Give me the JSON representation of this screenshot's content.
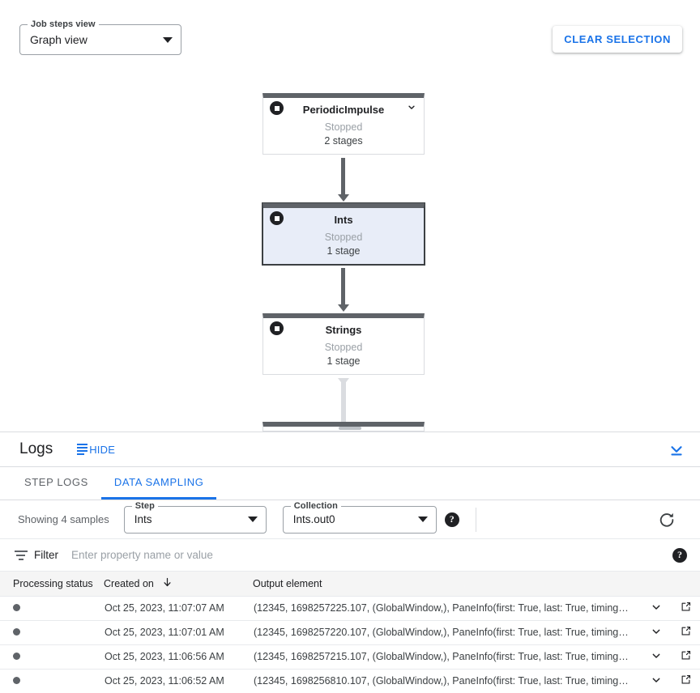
{
  "toolbar": {
    "steps_view_label": "Job steps view",
    "steps_view_value": "Graph view",
    "clear_selection_label": "CLEAR SELECTION"
  },
  "graph": {
    "nodes": [
      {
        "name": "PeriodicImpulse",
        "status": "Stopped",
        "stages": "2 stages",
        "selected": false,
        "has_chevron": true
      },
      {
        "name": "Ints",
        "status": "Stopped",
        "stages": "1 stage",
        "selected": true,
        "has_chevron": false
      },
      {
        "name": "Strings",
        "status": "Stopped",
        "stages": "1 stage",
        "selected": false,
        "has_chevron": false
      }
    ]
  },
  "logs": {
    "title": "Logs",
    "hide_label": "HIDE",
    "tabs": [
      {
        "label": "STEP LOGS",
        "active": false
      },
      {
        "label": "DATA SAMPLING",
        "active": true
      }
    ]
  },
  "sampling": {
    "showing_text": "Showing 4 samples",
    "step_label": "Step",
    "step_value": "Ints",
    "collection_label": "Collection",
    "collection_value": "Ints.out0",
    "help_glyph": "?",
    "refresh_title": "Refresh"
  },
  "filter": {
    "label": "Filter",
    "placeholder": "Enter property name or value",
    "help_glyph": "?"
  },
  "table": {
    "columns": {
      "status": "Processing status",
      "created": "Created on",
      "output": "Output element"
    },
    "sort": {
      "column": "Created on",
      "direction": "desc"
    },
    "rows": [
      {
        "created": "Oct 25, 2023, 11:07:07 AM",
        "output": "(12345, 1698257225.107, (GlobalWindow,), PaneInfo(first: True, last: True, timing…"
      },
      {
        "created": "Oct 25, 2023, 11:07:01 AM",
        "output": "(12345, 1698257220.107, (GlobalWindow,), PaneInfo(first: True, last: True, timing…"
      },
      {
        "created": "Oct 25, 2023, 11:06:56 AM",
        "output": "(12345, 1698257215.107, (GlobalWindow,), PaneInfo(first: True, last: True, timing…"
      },
      {
        "created": "Oct 25, 2023, 11:06:52 AM",
        "output": "(12345, 1698256810.107, (GlobalWindow,), PaneInfo(first: True, last: True, timing…"
      }
    ]
  },
  "colors": {
    "accent": "#1a73e8",
    "node_bar": "#5f6368",
    "node_selected_fill": "#e8edf8",
    "border": "#dadce0"
  }
}
